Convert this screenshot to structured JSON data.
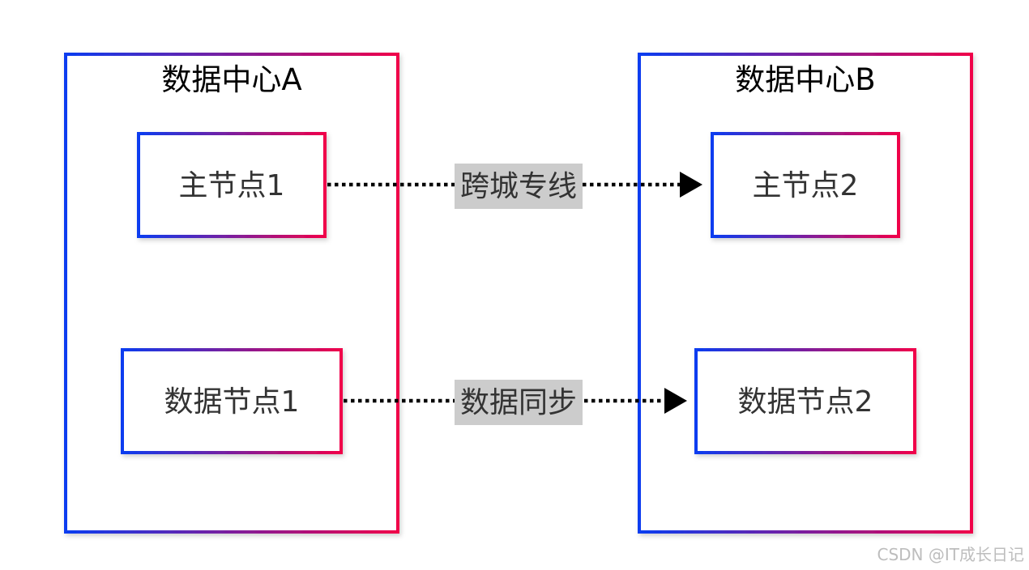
{
  "colors": {
    "gradient_start": "#0a3cf0",
    "gradient_end": "#f0004a",
    "arrow": "#000000",
    "label_bg": "#cccccc",
    "node_text": "#333333",
    "title_text": "#000000",
    "watermark": "#bdbdbd"
  },
  "datacenters": [
    {
      "id": "dc-a",
      "title": "数据中心A"
    },
    {
      "id": "dc-b",
      "title": "数据中心B"
    }
  ],
  "nodes": [
    {
      "id": "master-1",
      "label": "主节点1"
    },
    {
      "id": "data-1",
      "label": "数据节点1"
    },
    {
      "id": "master-2",
      "label": "主节点2"
    },
    {
      "id": "data-2",
      "label": "数据节点2"
    }
  ],
  "edges": [
    {
      "from": "master-1",
      "to": "master-2",
      "label": "跨城专线",
      "style": "dotted"
    },
    {
      "from": "data-1",
      "to": "data-2",
      "label": "数据同步",
      "style": "dotted"
    }
  ],
  "watermark": "CSDN @IT成长日记"
}
